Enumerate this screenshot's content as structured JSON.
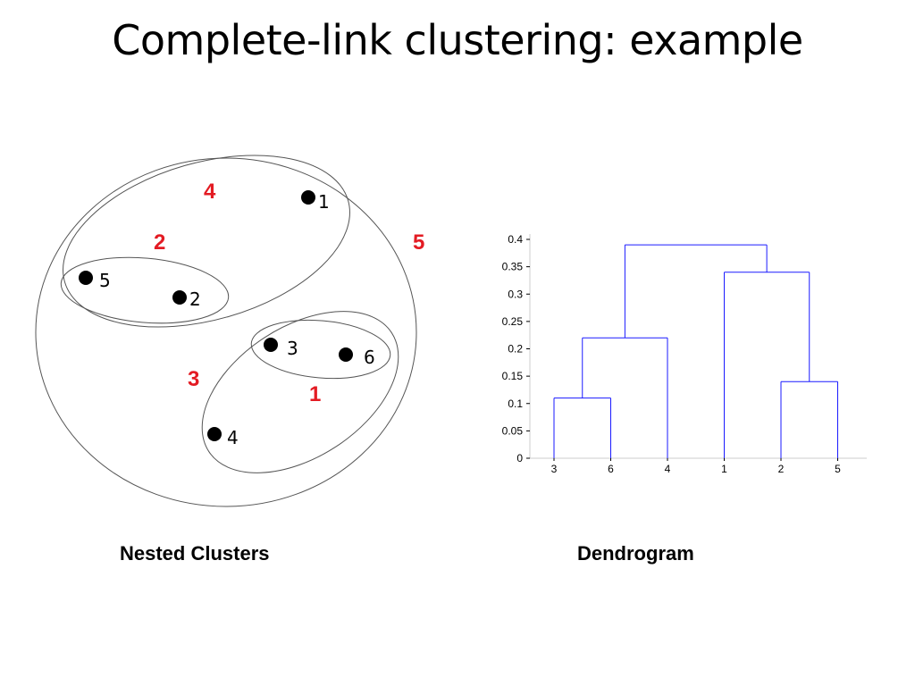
{
  "title": "Complete-link clustering: example",
  "nested": {
    "caption": "Nested Clusters",
    "points": [
      {
        "id": "1",
        "label": "1"
      },
      {
        "id": "2",
        "label": "2"
      },
      {
        "id": "3",
        "label": "3"
      },
      {
        "id": "4",
        "label": "4"
      },
      {
        "id": "5",
        "label": "5"
      },
      {
        "id": "6",
        "label": "6"
      }
    ],
    "merge_order_labels": [
      "1",
      "2",
      "3",
      "4",
      "5"
    ],
    "merge_label_color": "#e31b23",
    "point_color": "#000000",
    "outline_color": "#555555"
  },
  "dendrogram": {
    "caption": "Dendrogram",
    "line_color": "#1a1aff"
  },
  "chart_data": {
    "type": "dendrogram",
    "leaf_order": [
      "3",
      "6",
      "4",
      "1",
      "2",
      "5"
    ],
    "ylim": [
      0,
      0.4
    ],
    "y_ticks": [
      0,
      0.05,
      0.1,
      0.15,
      0.2,
      0.25,
      0.3,
      0.35,
      0.4
    ],
    "y_tick_labels": [
      "0",
      "0.05",
      "0.1",
      "0.15",
      "0.2",
      "0.25",
      "0.3",
      "0.35",
      "0.4"
    ],
    "x_tick_labels": [
      "3",
      "6",
      "4",
      "1",
      "2",
      "5"
    ],
    "merges": [
      {
        "left": [
          "3"
        ],
        "right": [
          "6"
        ],
        "height": 0.11
      },
      {
        "left": [
          "2"
        ],
        "right": [
          "5"
        ],
        "height": 0.14
      },
      {
        "left": [
          "3",
          "6"
        ],
        "right": [
          "4"
        ],
        "height": 0.22
      },
      {
        "left": [
          "1"
        ],
        "right": [
          "2",
          "5"
        ],
        "height": 0.34
      },
      {
        "left": [
          "3",
          "6",
          "4"
        ],
        "right": [
          "1",
          "2",
          "5"
        ],
        "height": 0.39
      }
    ]
  }
}
